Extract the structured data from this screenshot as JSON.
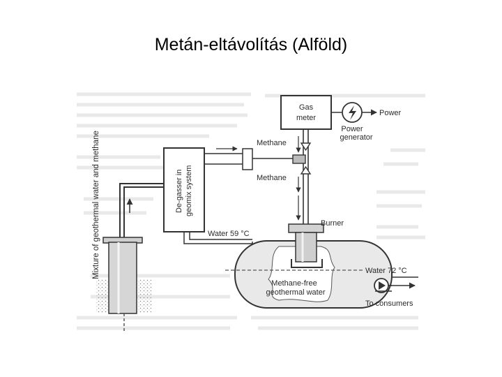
{
  "slide": {
    "title": "Metán-eltávolítás (Alföld)"
  },
  "diagram": {
    "vertical_label": "Mixture of geothermal water and methane",
    "degasser_line1": "De-gasser in",
    "degasser_line2": "geomix system",
    "gas_meter_line1": "Gas",
    "gas_meter_line2": "meter",
    "power_label": "Power",
    "power_generator_line1": "Power",
    "power_generator_line2": "generator",
    "methane_upper": "Methane",
    "methane_lower": "Methane",
    "burner": "Burner",
    "water_59": "Water 59 °C",
    "water_72": "Water 72 °C",
    "tank_line1": "Methane-free",
    "tank_line2": "geothermal water",
    "to_consumers": "To consumers"
  },
  "colors": {
    "line": "#333333",
    "background_text": "#e6e6e6",
    "tank": "#e9e9e9",
    "pipe": "#d2d2d2"
  }
}
